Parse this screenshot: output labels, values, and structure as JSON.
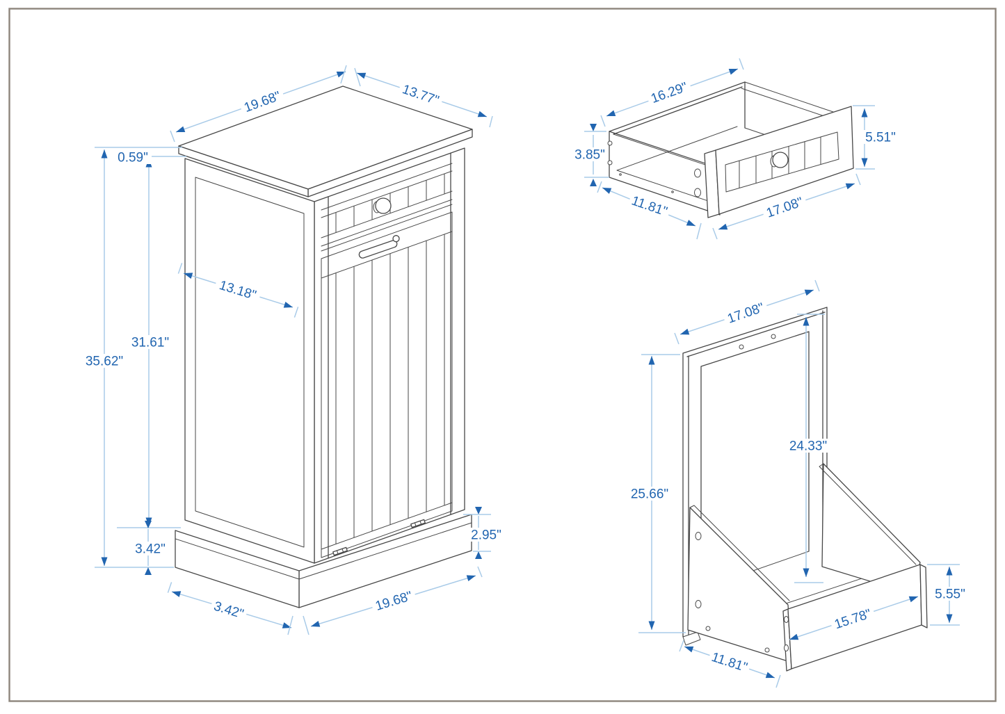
{
  "colors": {
    "dim_line": "#a9cbe8",
    "dim_accent": "#2165b0",
    "artwork_line": "#474747",
    "page_border": "#8d857c"
  },
  "views": {
    "cabinet": {
      "dims": {
        "top_width": "19.68\"",
        "top_depth": "13.77\"",
        "top_thickness": "0.59\"",
        "overall_height": "35.62\"",
        "body_height": "31.61\"",
        "side_panel_width": "13.18\"",
        "plinth_height": "3.42\"",
        "plinth_front_height": "2.95\"",
        "plinth_side_depth": "3.42\"",
        "front_width": "19.68\""
      }
    },
    "drawer": {
      "dims": {
        "box_width": "16.29\"",
        "box_height": "3.85\"",
        "front_height": "5.51\"",
        "box_depth": "11.81\"",
        "front_width": "17.08\""
      }
    },
    "tilt_out": {
      "dims": {
        "frame_width": "17.08\"",
        "frame_height": "25.66\"",
        "door_height": "24.33\"",
        "bin_front_height": "5.55\"",
        "bin_front_width": "15.78\"",
        "base_depth": "11.81\""
      }
    }
  }
}
